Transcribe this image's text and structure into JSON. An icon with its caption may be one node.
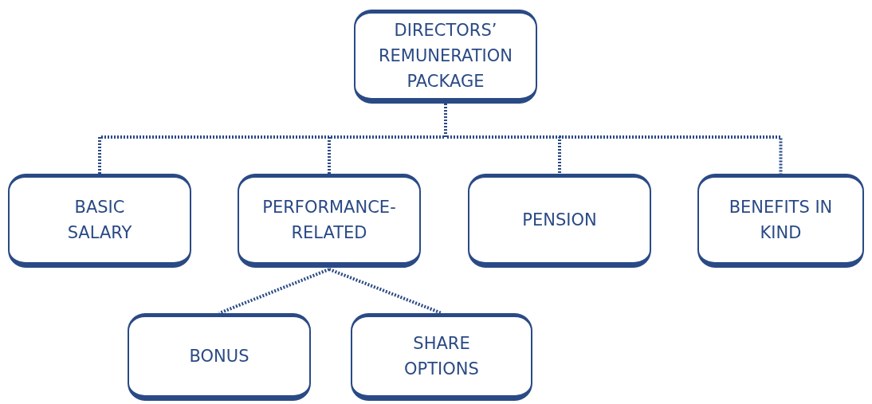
{
  "diagram": {
    "nodes": [
      {
        "text": [
          "DIRECTORS’ REMUNERATION PACKAGE"
        ]
      },
      {
        "text": [
          "BASIC SALARY"
        ]
      },
      {
        "text": [
          "PERFORMANCE-RELATED"
        ]
      },
      {
        "text": [
          "PENSION"
        ]
      },
      {
        "text": [
          "BENEFITS IN KIND"
        ]
      },
      {
        "text": [
          "BONUS"
        ]
      },
      {
        "text": [
          "SHARE OPTIONS"
        ]
      }
    ],
    "edges": [
      {
        "from": 0,
        "to": 1,
        "arrow": "none",
        "style": "dashed"
      },
      {
        "from": 0,
        "to": 2,
        "arrow": "none",
        "style": "dashed"
      },
      {
        "from": 0,
        "to": 3,
        "arrow": "none",
        "style": "dashed"
      },
      {
        "from": 0,
        "to": 4,
        "arrow": "none",
        "style": "dashed"
      },
      {
        "from": 2,
        "to": 5,
        "arrow": "none",
        "style": "dashed"
      },
      {
        "from": 2,
        "to": 6,
        "arrow": "none",
        "style": "dashed"
      }
    ]
  }
}
